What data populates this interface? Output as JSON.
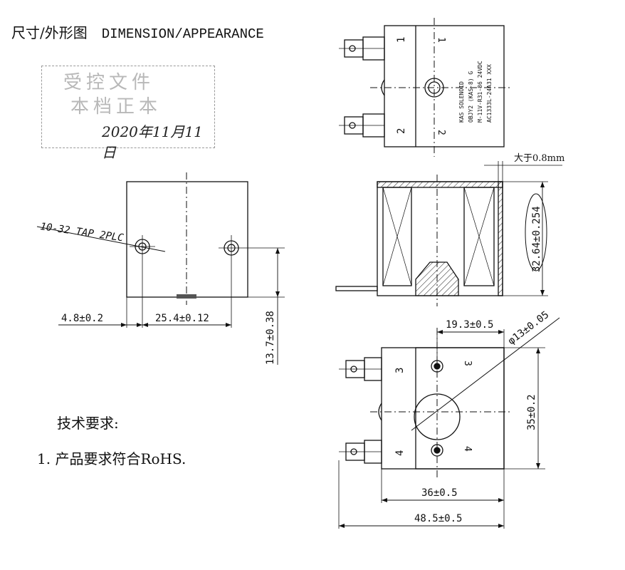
{
  "header": {
    "title_cn": "尺寸/外形图",
    "title_en": "DIMENSION/APPEARANCE"
  },
  "stamp": {
    "line1": "受控文件",
    "line2": "本档正本",
    "date": "2020年11月11日"
  },
  "front_view": {
    "tap_label": "10-32 TAP 2PLC",
    "dim_left": "4.8±0.2",
    "dim_center": "25.4±0.12",
    "dim_height": "13.7±0.38"
  },
  "top_view": {
    "terminal_1": "1",
    "terminal_2": "2",
    "label_1": "KAS SOLENOID",
    "label_2": "OBJY2 (KAS-8) G",
    "label_3": "M-11V-R31-86  24VDC",
    "label_4": "AC1333L-24A31  XXX"
  },
  "section_view": {
    "gap_label": "大于0.8mm",
    "height_dim": "32.64±0.254"
  },
  "bottom_view": {
    "terminal_3": "3",
    "terminal_4": "4",
    "dim_offset": "19.3±0.5",
    "dim_diameter": "φ13±0.05",
    "dim_height": "35±0.2",
    "dim_width_inner": "36±0.5",
    "dim_width_outer": "48.5±0.5"
  },
  "notes": {
    "title": "技术要求:",
    "item_1": "1. 产品要求符合RoHS."
  }
}
